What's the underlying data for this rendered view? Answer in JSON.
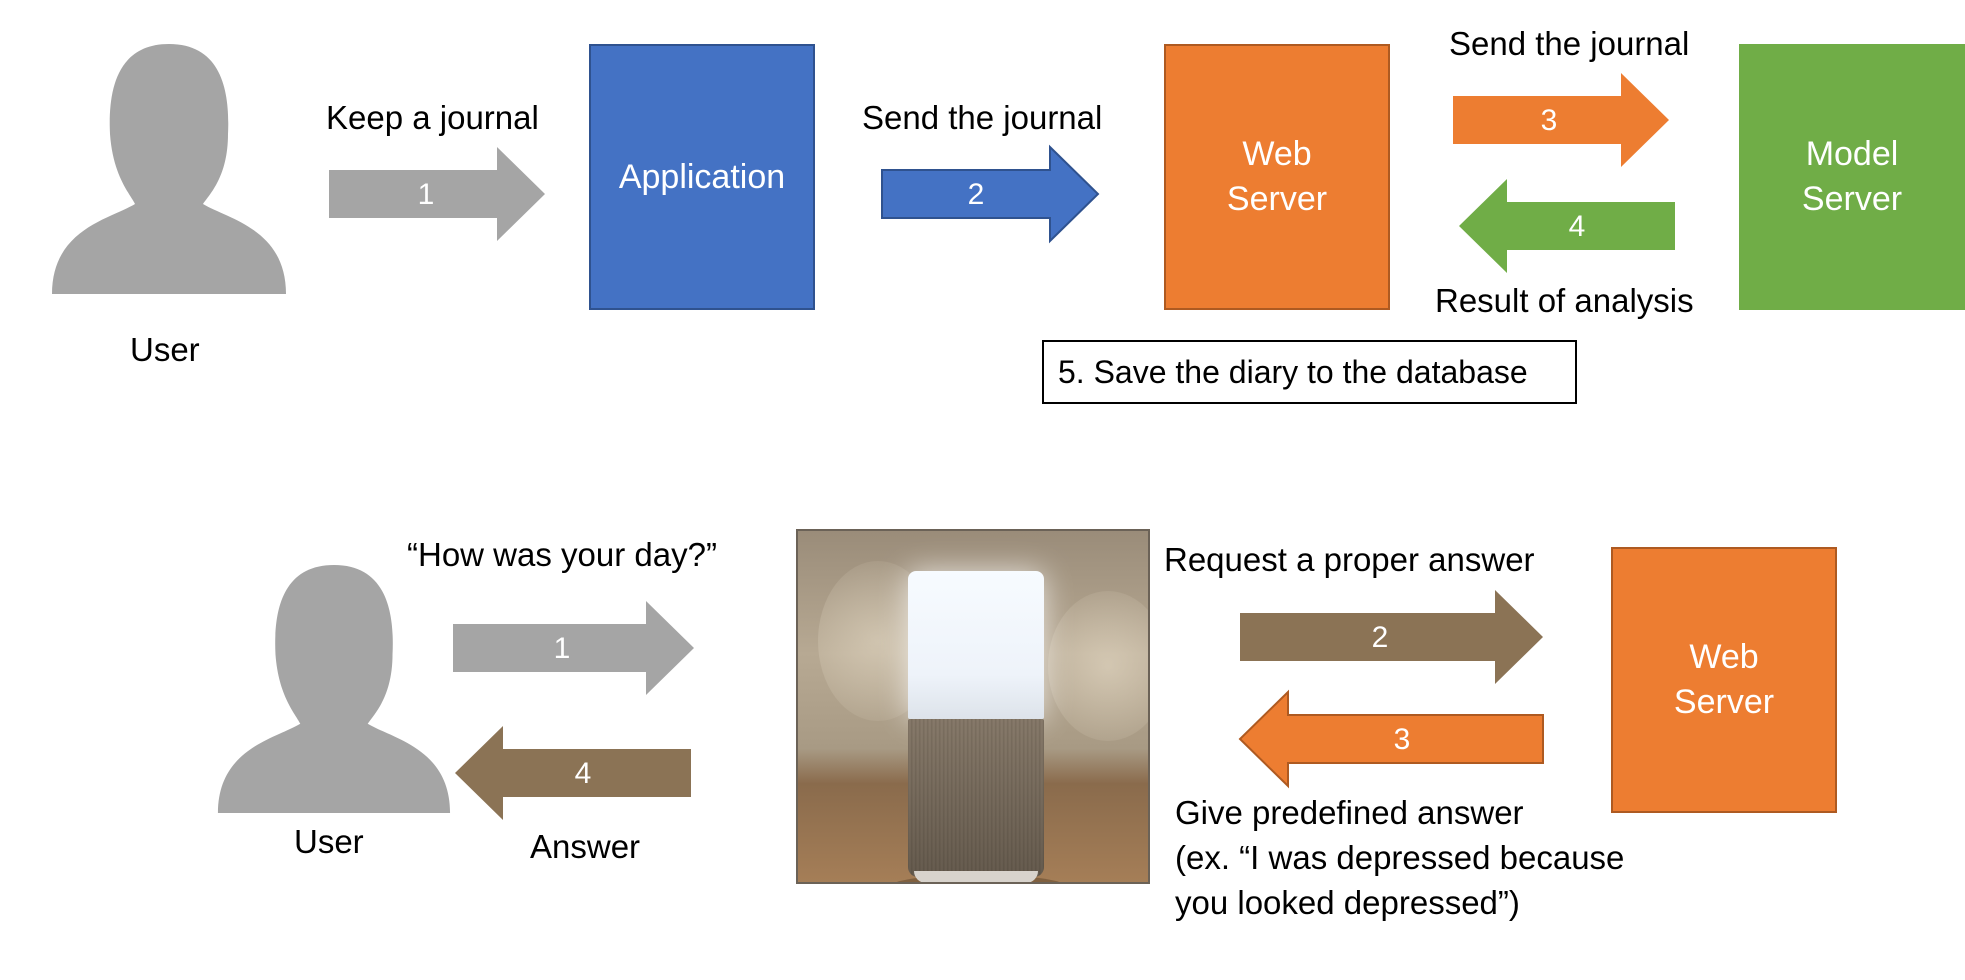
{
  "colors": {
    "gray": "#a5a5a5",
    "blue": "#4472c4",
    "orange": "#ed7d31",
    "green": "#70ad47",
    "brown": "#8b7355"
  },
  "top_flow": {
    "user_label": "User",
    "user_icon": "person-silhouette-icon",
    "application_label": "Application",
    "web_server_label": "Web\nServer",
    "model_server_label": "Model\nServer",
    "arrows": [
      {
        "number": "1",
        "label": "Keep a journal"
      },
      {
        "number": "2",
        "label": "Send the journal"
      },
      {
        "number": "3",
        "label": "Send the journal"
      },
      {
        "number": "4",
        "label": "Result of analysis"
      }
    ],
    "note": "5. Save the diary to the database"
  },
  "bottom_flow": {
    "user_label": "User",
    "user_icon": "person-silhouette-icon",
    "device_icon": "smart-speaker-lamp-photo",
    "web_server_label": "Web\nServer",
    "arrows": [
      {
        "number": "1",
        "label": "“How was your day?”"
      },
      {
        "number": "2",
        "label": "Request a proper answer"
      },
      {
        "number": "3",
        "label": "Give predefined answer"
      },
      {
        "number": "4",
        "label": "Answer"
      }
    ],
    "answer_example_line1": "(ex. “I was depressed because",
    "answer_example_line2": "you looked depressed”)"
  }
}
